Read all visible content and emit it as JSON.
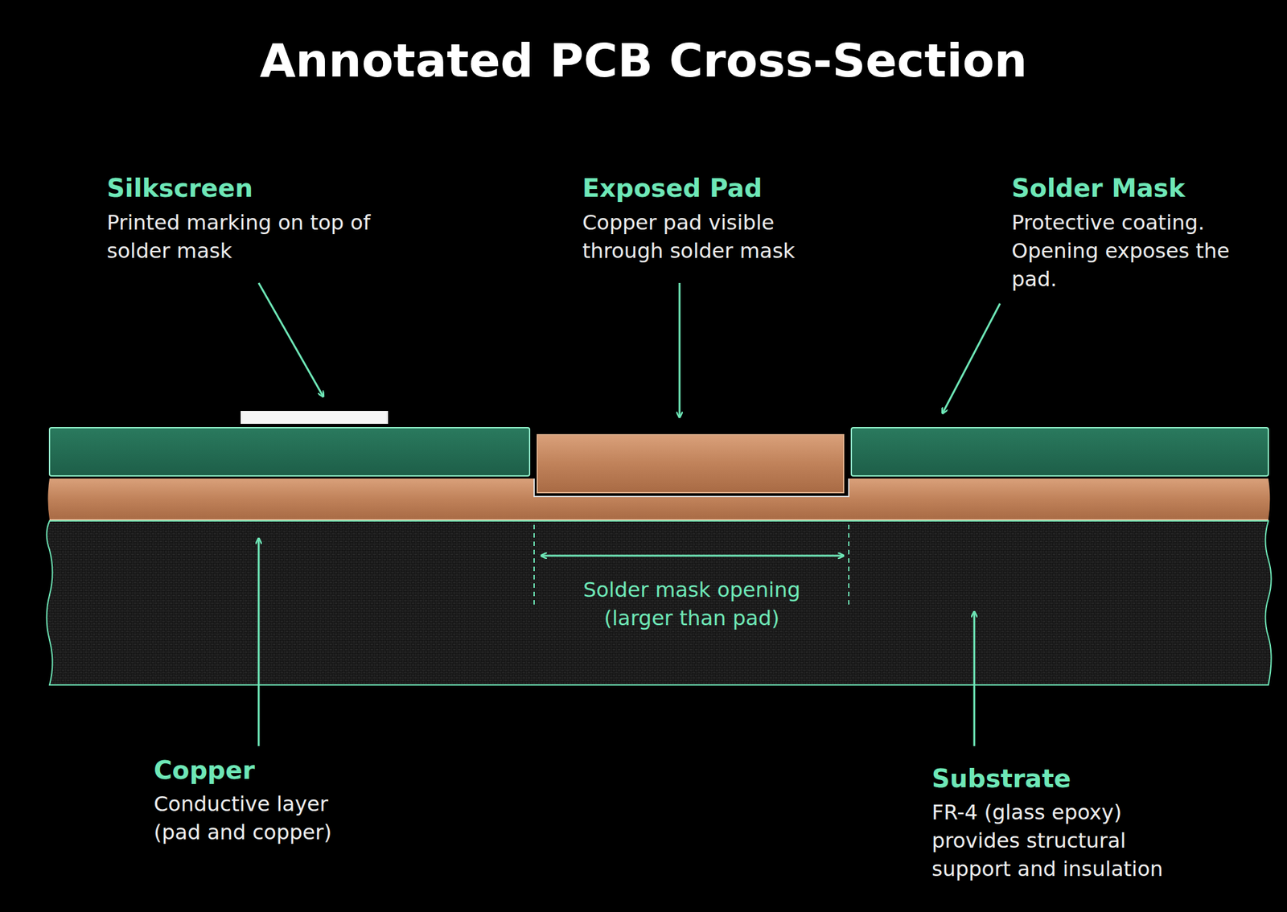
{
  "diagram": {
    "title": "Annotated PCB Cross-Section",
    "labels": [
      "Silkscreen",
      "Printed marking on top of solder mask",
      "Exposed Pad",
      "Copper pad visible through solder mask",
      "Solder Mask",
      "Protective coating. Opening exposes the pad.",
      "Solder mask opening (larger than pad)",
      "Copper",
      "Conductive layer (pad and copper)",
      "Substrate",
      "FR-4 (glass epoxy) provides structural support and insulation"
    ]
  }
}
